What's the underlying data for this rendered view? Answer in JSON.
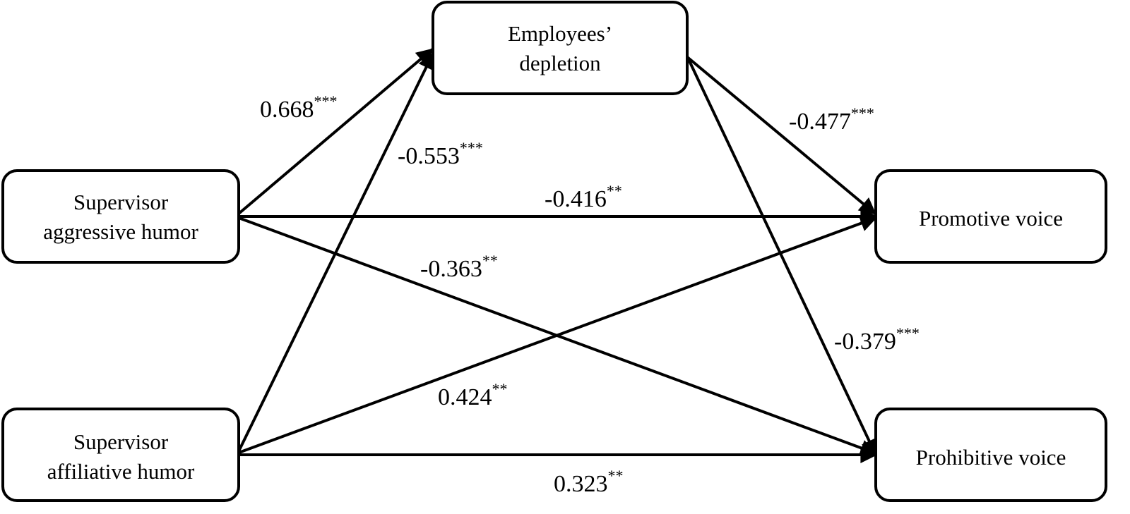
{
  "nodes": {
    "depletion": {
      "line1": "Employees’",
      "line2": "depletion"
    },
    "aggressive": {
      "line1": "Supervisor",
      "line2": "aggressive humor"
    },
    "affiliative": {
      "line1": "Supervisor",
      "line2": "affiliative humor"
    },
    "promotive": {
      "label": "Promotive voice"
    },
    "prohibitive": {
      "label": "Prohibitive voice"
    }
  },
  "paths": [
    {
      "id": "aggressive-to-depletion",
      "from": "Supervisor aggressive humor",
      "to": "Employees’ depletion",
      "value": "0.668",
      "sig": "***"
    },
    {
      "id": "affiliative-to-depletion",
      "from": "Supervisor affiliative humor",
      "to": "Employees’ depletion",
      "value": "-0.553",
      "sig": "***"
    },
    {
      "id": "depletion-to-promotive",
      "from": "Employees’ depletion",
      "to": "Promotive voice",
      "value": "-0.477",
      "sig": "***"
    },
    {
      "id": "aggressive-to-promotive",
      "from": "Supervisor aggressive humor",
      "to": "Promotive voice",
      "value": "-0.416",
      "sig": "**"
    },
    {
      "id": "aggressive-to-prohibitive",
      "from": "Supervisor aggressive humor",
      "to": "Prohibitive voice",
      "value": "-0.363",
      "sig": "**"
    },
    {
      "id": "depletion-to-prohibitive",
      "from": "Employees’ depletion",
      "to": "Prohibitive voice",
      "value": "-0.379",
      "sig": "***"
    },
    {
      "id": "affiliative-to-promotive",
      "from": "Supervisor affiliative humor",
      "to": "Promotive voice",
      "value": "0.424",
      "sig": "**"
    },
    {
      "id": "affiliative-to-prohibitive",
      "from": "Supervisor affiliative humor",
      "to": "Prohibitive voice",
      "value": "0.323",
      "sig": "**"
    }
  ]
}
